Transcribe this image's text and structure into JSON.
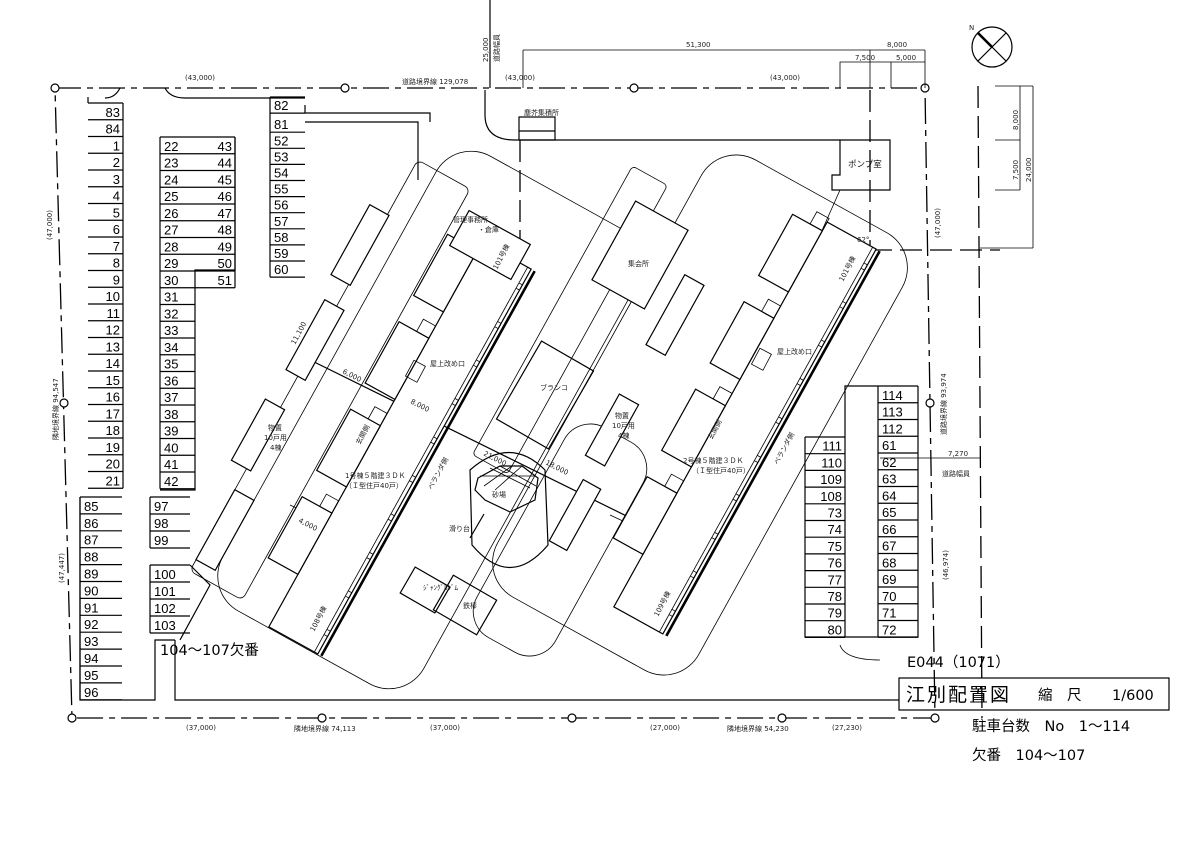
{
  "title_block": {
    "title": "江別配置図",
    "scale_label": "縮　尺",
    "scale": "1/600",
    "code": "E044（1071）",
    "parking_count": "駐車台数　No　1～114",
    "missing_numbers": "欠番　104～107"
  },
  "missing_note": "104～107欠番",
  "north_label": "N",
  "parking": {
    "col_a": [
      "83",
      "84",
      "1",
      "2",
      "3",
      "4",
      "5",
      "6",
      "7",
      "8",
      "9",
      "10",
      "11",
      "12",
      "13",
      "14",
      "15",
      "16",
      "17",
      "18",
      "19",
      "20",
      "21"
    ],
    "col_b": [
      "85",
      "86",
      "87",
      "88",
      "89",
      "90",
      "91",
      "92",
      "93",
      "94",
      "95",
      "96"
    ],
    "col_c": [
      "22",
      "23",
      "24",
      "25",
      "26",
      "27",
      "28",
      "29",
      "30",
      "31",
      "32",
      "33",
      "34",
      "35",
      "36",
      "37",
      "38",
      "39",
      "40",
      "41",
      "42"
    ],
    "col_d": [
      "43",
      "44",
      "45",
      "46",
      "47",
      "48",
      "49",
      "50",
      "51"
    ],
    "col_e": [
      "82",
      "81",
      "52",
      "53",
      "54",
      "55",
      "56",
      "57",
      "58",
      "59",
      "60"
    ],
    "col_f": [
      "97",
      "98",
      "99"
    ],
    "col_g": [
      "100",
      "101",
      "102",
      "103"
    ],
    "col_h": [
      "111",
      "110",
      "109",
      "108",
      "73",
      "74",
      "75",
      "76",
      "77",
      "78",
      "79",
      "80"
    ],
    "col_i": [
      "114",
      "113",
      "112",
      "61",
      "62",
      "63",
      "64",
      "65",
      "66",
      "67",
      "68",
      "69",
      "70",
      "71",
      "72"
    ]
  },
  "facilities": {
    "garbage": "塵芥集積所",
    "pump": "ポンプ室",
    "office": "管理事務所",
    "office2": "・倉庫",
    "hall": "集会所",
    "swing": "ブランコ",
    "sandbox": "砂場",
    "slide": "滑り台",
    "bars": "鉄棒",
    "jungle": "ｼﾞｬﾝｸﾞﾙｼﾞﾑ",
    "storage_l1": "物置",
    "storage_l2": "10戸用",
    "storage_l3": "4棟",
    "roof_hatch": "屋上改め口",
    "entrance": "玄関側",
    "veranda": "ベランダ側"
  },
  "buildings": {
    "b1_top": "101号棟",
    "b1_bottom": "108号棟",
    "b1_desc": "1号棟５階建３ＤＫ",
    "b1_desc2": "（Ｉ型住戸40戸）",
    "b2_top": "101号棟",
    "b2_bottom": "109号棟",
    "b2_desc": "2号棟５階建３ＤＫ",
    "b2_desc2": "（Ｉ型住戸40戸）",
    "angle": "62°"
  },
  "dimensions": {
    "top_1": "(43,000)",
    "top_2": "(43,000)",
    "top_3": "(43,000)",
    "top_boundary": "道路境界線 129,078",
    "road_width_top": "道路幅員",
    "road_width_top_val": "25,000",
    "d51300": "51,300",
    "d8000": "8,000",
    "d7500": "7,500",
    "d5000": "5,000",
    "r8000": "8,000",
    "r7500": "7,500",
    "r24000": "24,000",
    "left_1": "(47,000)",
    "left_boundary": "隣地境界線 94,547",
    "left_2": "(47,447)",
    "right_1": "(47,000)",
    "right_boundary": "道路境界線 93,974",
    "right_2": "(46,974)",
    "road_width_right_val": "7,270",
    "road_width_right": "道路幅員",
    "bottom_1": "(37,000)",
    "bottom_boundary_1": "隣地境界線 74,113",
    "bottom_2": "(37,000)",
    "bottom_3": "(27,000)",
    "bottom_boundary_2": "隣地境界線 54,230",
    "bottom_4": "(27,230)",
    "d6000": "6,000",
    "d8000b": "8,000",
    "d4000": "4,000",
    "d21000": "21,000",
    "d18000": "18,000",
    "d11100": "11,100"
  }
}
